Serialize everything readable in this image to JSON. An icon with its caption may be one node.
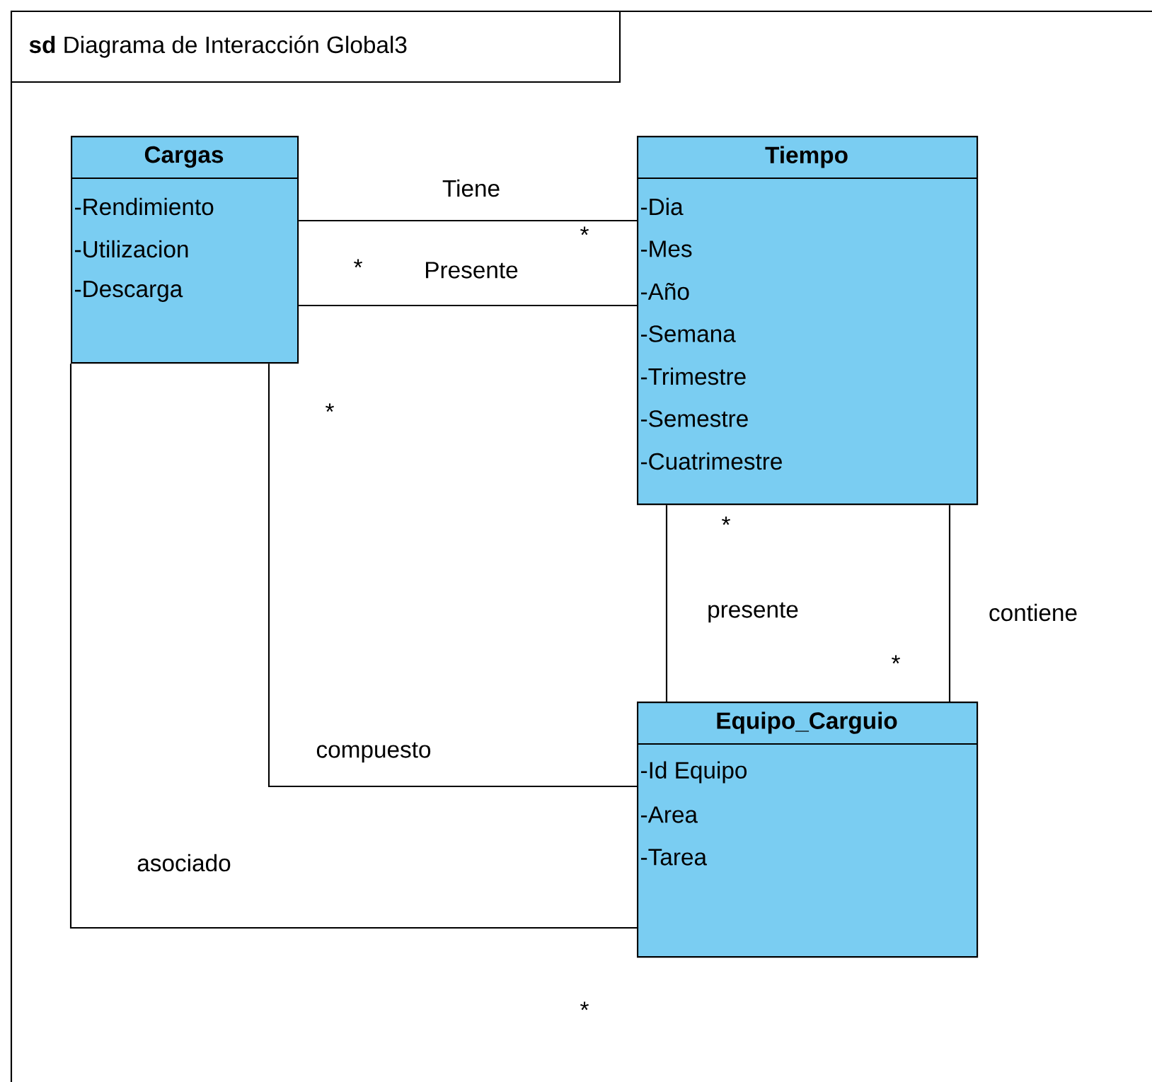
{
  "diagram": {
    "title": "**sd** Diagrama de Interacción Global3",
    "nodes": [
      {
        "text": [
          "Cargas",
          "-Rendimiento",
          "-Utilizacion",
          "-Descarga"
        ]
      },
      {
        "text": [
          "Tiempo",
          "-Dia",
          "-Mes",
          "-Año",
          "-Semana",
          "-Trimestre",
          "-Semestre",
          "-Cuatrimestre"
        ]
      },
      {
        "text": [
          "Equipo_Carguio",
          "-Id Equipo",
          "-Area",
          "-Tarea"
        ]
      }
    ],
    "edges": [
      {
        "from": 0,
        "to": 1,
        "arrow": "none",
        "label": "Tiene"
      },
      {
        "from": 0,
        "to": 1,
        "arrow": "none",
        "label": "Presente"
      },
      {
        "from": 0,
        "to": 2,
        "arrow": "none",
        "label": "compuesto"
      },
      {
        "from": 0,
        "to": 2,
        "arrow": "none",
        "label": "asociado"
      },
      {
        "from": 1,
        "to": 2,
        "arrow": "none",
        "label": "presente"
      },
      {
        "from": 1,
        "to": 2,
        "arrow": "none",
        "label": "contiene"
      }
    ],
    "labels": [
      "*",
      "*",
      "*",
      "*",
      "*",
      "*"
    ]
  }
}
